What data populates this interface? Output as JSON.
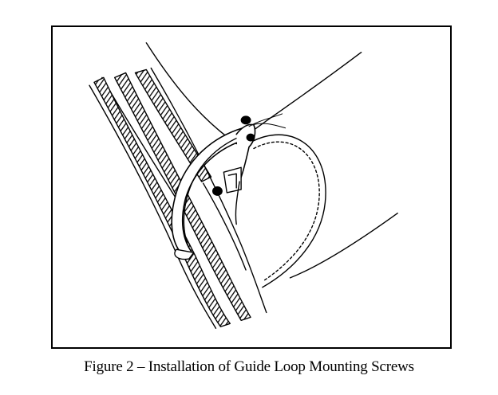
{
  "figure": {
    "caption": "Figure 2 – Installation of Guide Loop Mounting Screws",
    "ink_color": "#000000",
    "paper_color": "#ffffff",
    "parts": [
      "arm-outline",
      "belt-strap",
      "guide-loop",
      "mounting-screw",
      "mounting-bracket",
      "shoulder-cap"
    ]
  }
}
